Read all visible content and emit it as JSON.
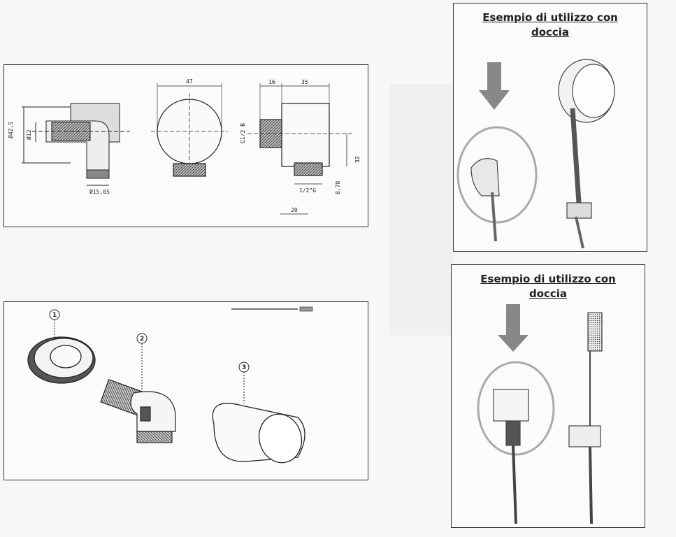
{
  "technical_drawing": {
    "dimensions": {
      "d_42_5": "Ø42,5",
      "d_12": "Ø12",
      "d_15_05": "Ø15,05",
      "w_47": "47",
      "w_16": "16",
      "w_35": "35",
      "g_1_2_b": "G1/2 B",
      "h_32": "32",
      "thread_1_2_g": "1/2\"G",
      "h_8_78": "8,78",
      "w_20": "20"
    }
  },
  "exploded_view": {
    "callouts": [
      "1",
      "2",
      "3"
    ]
  },
  "examples": [
    {
      "title_line1": "Esempio di utilizzo con",
      "title_line2": "doccia"
    },
    {
      "title_line1": "Esempio di utilizzo con",
      "title_line2": "doccia"
    }
  ]
}
